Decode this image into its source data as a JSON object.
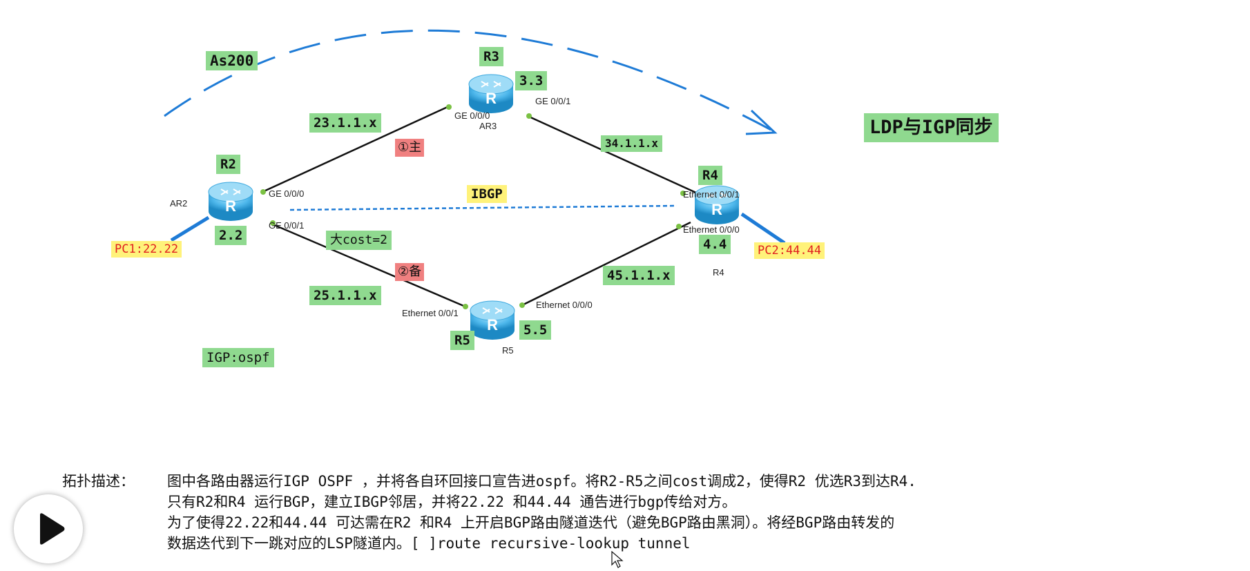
{
  "title": "LDP与IGP同步",
  "as_label": "As200",
  "igp_label": "IGP:ospf",
  "ibgp_label": "IBGP",
  "routers": {
    "r2": {
      "name": "R2",
      "model": "AR2",
      "loopback": "2.2"
    },
    "r3": {
      "name": "R3",
      "model": "AR3",
      "loopback": "3.3"
    },
    "r4": {
      "name": "R4",
      "model": "R4",
      "loopback": "4.4"
    },
    "r5": {
      "name": "R5",
      "model": "R5",
      "loopback": "5.5"
    }
  },
  "pcs": {
    "pc1": "PC1:22.22",
    "pc2": "PC2:44.44"
  },
  "links": {
    "r2_r3": "23.1.1.x",
    "r3_r4": "34.1.1.x",
    "r2_r5": "25.1.1.x",
    "r5_r4": "45.1.1.x"
  },
  "interfaces": {
    "r2_top": "GE 0/0/0",
    "r2_bottom": "GE 0/0/1",
    "r3_left": "GE 0/0/0",
    "r3_right": "GE 0/0/1",
    "r4_top": "Ethernet 0/0/1",
    "r4_bottom": "Ethernet 0/0/0",
    "r5_left": "Ethernet 0/0/1",
    "r5_right": "Ethernet 0/0/0"
  },
  "path_labels": {
    "primary": "①主",
    "backup": "②备",
    "cost": "大cost=2"
  },
  "description": {
    "prefix": "拓扑描述：",
    "line1": "图中各路由器运行IGP OSPF ，并将各自环回接口宣告进ospf。将R2-R5之间cost调成2，使得R2 优选R3到达R4.",
    "line2": "只有R2和R4 运行BGP，建立IBGP邻居，并将22.22 和44.44 通告进行bgp传给对方。",
    "line3": "为了使得22.22和44.44 可达需在R2 和R4 上开启BGP路由隧道迭代（避免BGP路由黑洞）。将经BGP路由转发的",
    "line4": "数据迭代到下一跳对应的LSP隧道内。[ ]route recursive-lookup tunnel"
  },
  "colors": {
    "green_tag": "#8fd98f",
    "yellow_tag": "#fff27a",
    "red_tag": "#f08080",
    "arc_blue": "#1e7bd6",
    "router_blue": "#4fb8ec"
  }
}
